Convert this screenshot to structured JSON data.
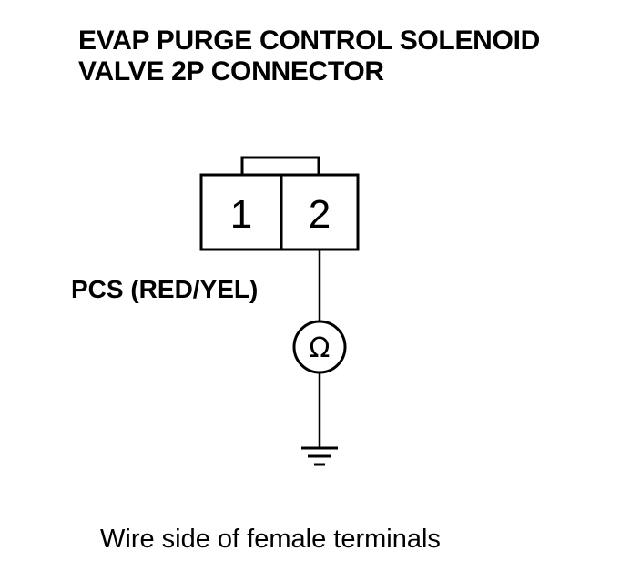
{
  "title": {
    "line1": "EVAP PURGE CONTROL SOLENOID",
    "line2": "VALVE 2P CONNECTOR"
  },
  "connector": {
    "pins": [
      "1",
      "2"
    ]
  },
  "wire_label": "PCS (RED/YEL)",
  "meter_symbol": "Ω",
  "caption": "Wire side of female terminals",
  "icons": {
    "meter": "ohmmeter-icon",
    "ground": "ground-icon"
  },
  "colors": {
    "ink": "#000000",
    "background": "#ffffff"
  }
}
